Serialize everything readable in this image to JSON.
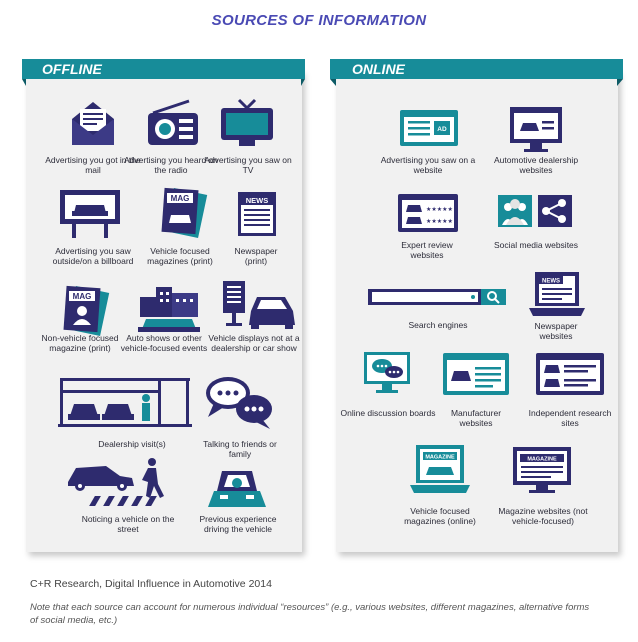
{
  "title": "SOURCES OF INFORMATION",
  "offline": {
    "heading": "OFFLINE",
    "items": [
      {
        "label": "Advertising you got in the mail",
        "icon": "envelope-icon"
      },
      {
        "label": "Advertising you heard on the radio",
        "icon": "radio-icon"
      },
      {
        "label": "Advertising you saw on TV",
        "icon": "tv-icon"
      },
      {
        "label": "Advertising you saw outside/on a billboard",
        "icon": "billboard-icon"
      },
      {
        "label": "Vehicle focused magazines (print)",
        "icon": "magazine-icon",
        "badge": "MAG"
      },
      {
        "label": "Newspaper (print)",
        "icon": "newspaper-icon",
        "badge": "NEWS"
      },
      {
        "label": "Non-vehicle focused magazine (print)",
        "icon": "magazine-icon",
        "badge": "MAG"
      },
      {
        "label": "Auto shows or other vehicle-focused events",
        "icon": "auto-show-icon"
      },
      {
        "label": "Vehicle displays not at a dealership or car show",
        "icon": "vehicle-display-icon"
      },
      {
        "label": "Dealership visit(s)",
        "icon": "dealership-icon"
      },
      {
        "label": "Talking to friends or family",
        "icon": "speech-bubbles-icon"
      },
      {
        "label": "Noticing a vehicle on the street",
        "icon": "street-vehicle-icon"
      },
      {
        "label": "Previous experience driving the vehicle",
        "icon": "driving-icon"
      }
    ]
  },
  "online": {
    "heading": "ONLINE",
    "items": [
      {
        "label": "Advertising you saw on a website",
        "icon": "web-ad-icon",
        "badge": "AD"
      },
      {
        "label": "Automotive dealership websites",
        "icon": "dealership-website-icon"
      },
      {
        "label": "Expert review websites",
        "icon": "review-website-icon"
      },
      {
        "label": "Social media websites",
        "icon": "social-media-icon"
      },
      {
        "label": "Search engines",
        "icon": "search-engine-icon"
      },
      {
        "label": "Newspaper websites",
        "icon": "newspaper-laptop-icon",
        "badge": "NEWS"
      },
      {
        "label": "Online discussion boards",
        "icon": "discussion-board-icon"
      },
      {
        "label": "Manufacturer websites",
        "icon": "manufacturer-website-icon"
      },
      {
        "label": "Independent research sites",
        "icon": "research-site-icon"
      },
      {
        "label": "Vehicle focused magazines (online)",
        "icon": "magazine-laptop-icon",
        "badge": "MAGAZINE"
      },
      {
        "label": "Magazine websites (not vehicle-focused)",
        "icon": "magazine-monitor-icon",
        "badge": "MAGAZINE"
      }
    ]
  },
  "footnote": {
    "source": "C+R Research, Digital Influence in Automotive 2014",
    "note": "Note that each source can account for numerous individual “resources” (e.g., various websites, different magazines, alternative forms of social media, etc.)"
  },
  "colors": {
    "navy": "#2e2b6e",
    "purple": "#4a4ab4",
    "teal": "#178c99",
    "panel": "#f1f1f1"
  }
}
